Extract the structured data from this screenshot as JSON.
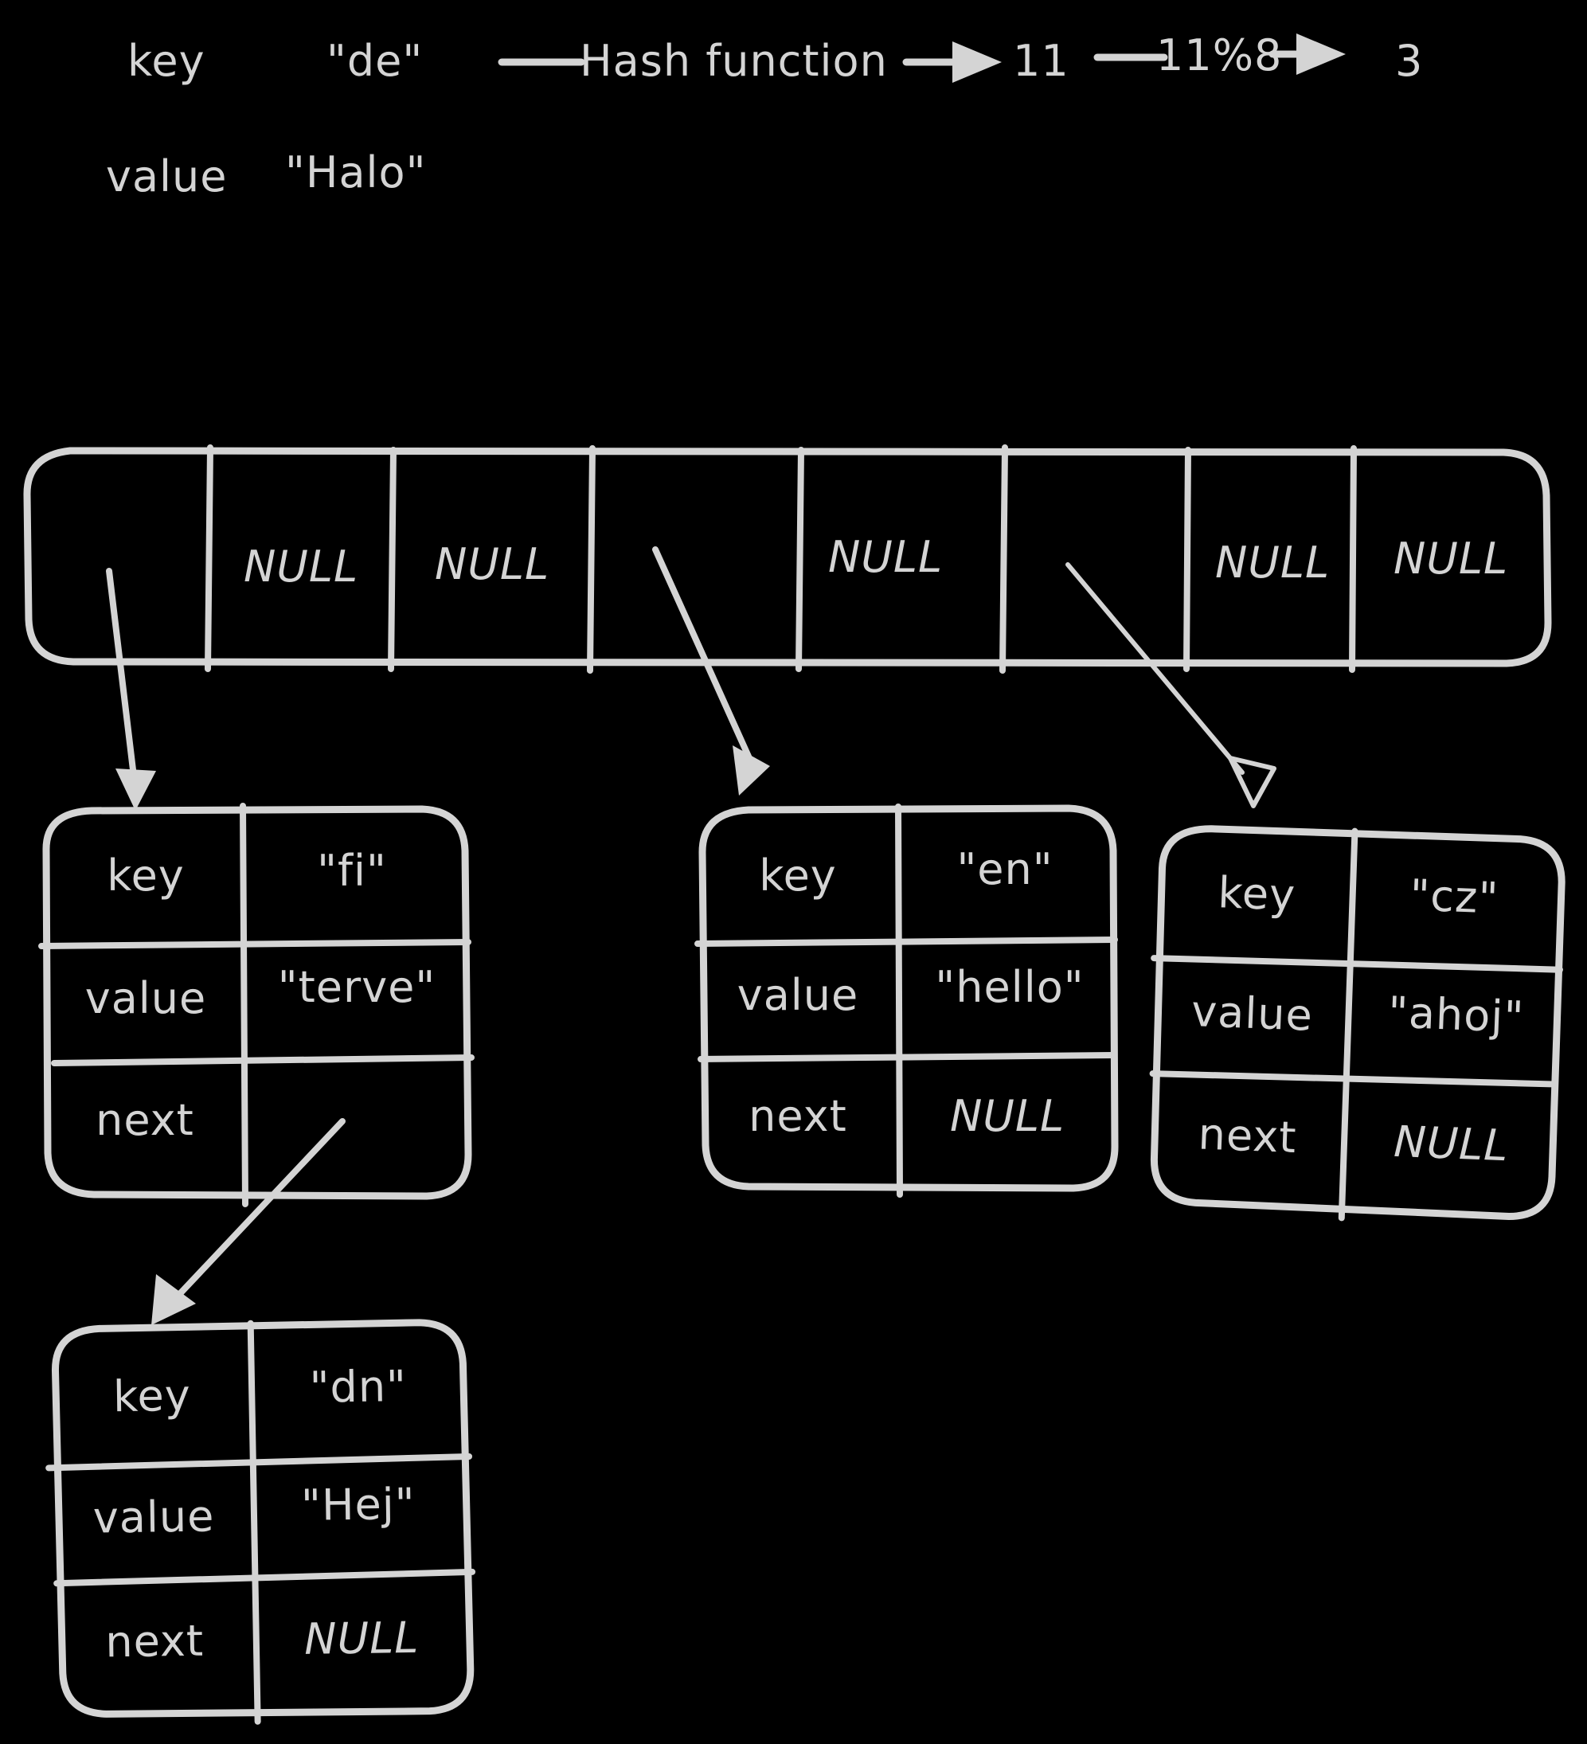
{
  "colors": {
    "background": "#000000",
    "ink": "#d4d4d4"
  },
  "header": {
    "key_label": "key",
    "key_value": "\"de\"",
    "value_label": "value",
    "value_value": "\"Halo\"",
    "hash_arrow_label": "Hash function",
    "hash_result": "11",
    "modulo_arrow_label": "11%8",
    "modulo_result": "3"
  },
  "array": {
    "name": "hash-table-buckets",
    "bucket_count": 8,
    "buckets": [
      {
        "index": 0,
        "text": "",
        "has_pointer": true
      },
      {
        "index": 1,
        "text": "NULL",
        "has_pointer": false
      },
      {
        "index": 2,
        "text": "NULL",
        "has_pointer": false
      },
      {
        "index": 3,
        "text": "",
        "has_pointer": true
      },
      {
        "index": 4,
        "text": "NULL",
        "has_pointer": false
      },
      {
        "index": 5,
        "text": "",
        "has_pointer": true
      },
      {
        "index": 6,
        "text": "NULL",
        "has_pointer": false
      },
      {
        "index": 7,
        "text": "NULL",
        "has_pointer": false
      }
    ]
  },
  "row_labels": {
    "key": "key",
    "value": "value",
    "next": "next"
  },
  "nodes": [
    {
      "id": "node-fi",
      "key_label": "key",
      "key_value": "\"fi\"",
      "value_label": "value",
      "value_value": "\"terve\"",
      "next_label": "next",
      "next_value": "",
      "next_is_pointer": true
    },
    {
      "id": "node-en",
      "key_label": "key",
      "key_value": "\"en\"",
      "value_label": "value",
      "value_value": "\"hello\"",
      "next_label": "next",
      "next_value": "NULL",
      "next_is_pointer": false
    },
    {
      "id": "node-cz",
      "key_label": "key",
      "key_value": "\"cz\"",
      "value_label": "value",
      "value_value": "\"ahoj\"",
      "next_label": "next",
      "next_value": "NULL",
      "next_is_pointer": false
    },
    {
      "id": "node-dn",
      "key_label": "key",
      "key_value": "\"dn\"",
      "value_label": "value",
      "value_value": "\"Hej\"",
      "next_label": "next",
      "next_value": "NULL",
      "next_is_pointer": false
    }
  ]
}
